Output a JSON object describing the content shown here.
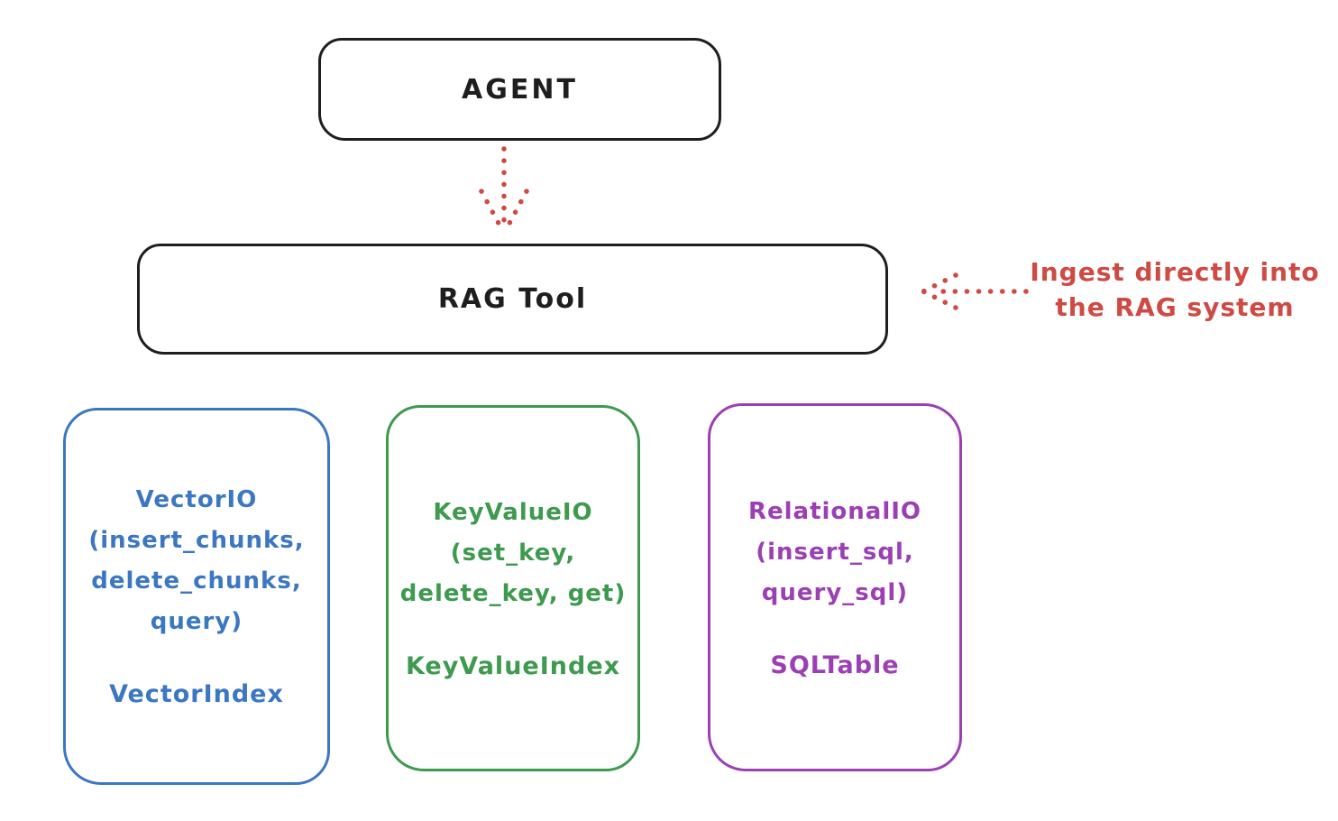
{
  "agent": {
    "label": "AGENT"
  },
  "rag_tool": {
    "label": "RAG Tool"
  },
  "annotation": {
    "line1": "Ingest directly into",
    "line2": "the RAG system"
  },
  "storage_boxes": [
    {
      "title": "VectorIO",
      "params": "(insert_chunks,\ndelete_chunks,\nquery)",
      "index_label": "VectorIndex",
      "color": "#3b77c2"
    },
    {
      "title": "KeyValueIO",
      "params": "(set_key,\ndelete_key, get)",
      "index_label": "KeyValueIndex",
      "color": "#3d9a4e"
    },
    {
      "title": "RelationalIO",
      "params": "(insert_sql,\nquery_sql)",
      "index_label": "SQLTable",
      "color": "#9c3fb5"
    }
  ],
  "colors": {
    "stroke": "#1e1e1e",
    "red": "#cf4a43",
    "blue": "#3b77c2",
    "green": "#3d9a4e",
    "purple": "#9c3fb5"
  }
}
